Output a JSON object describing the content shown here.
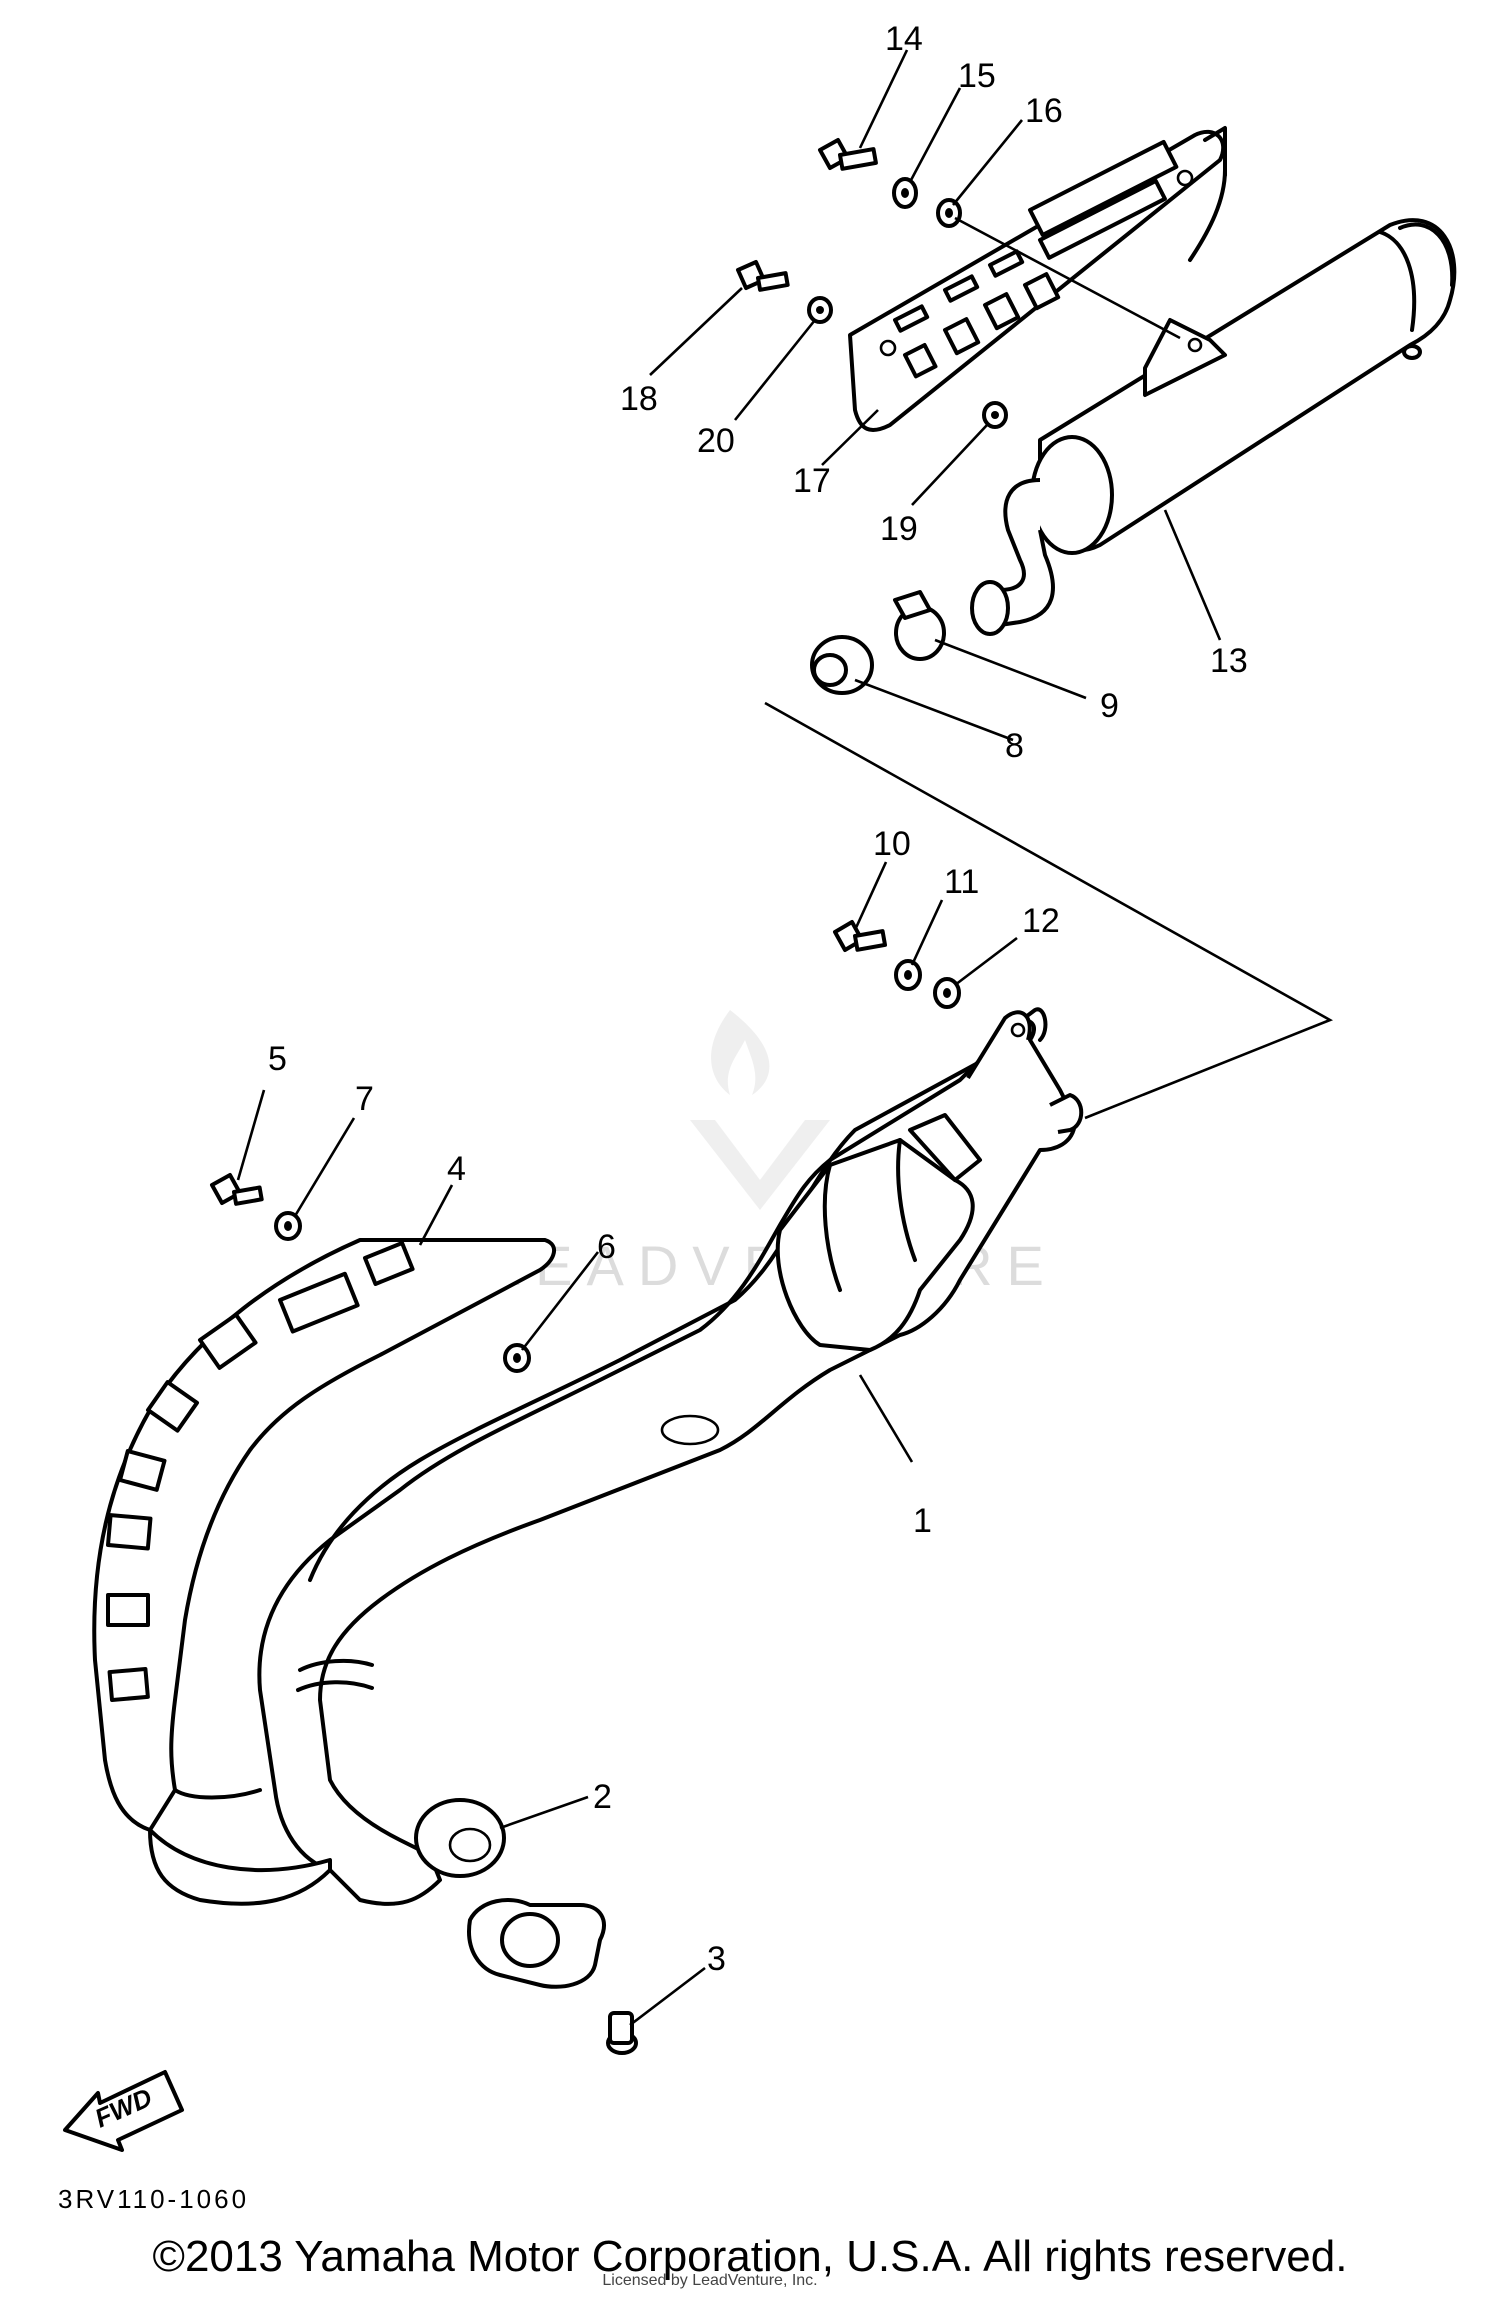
{
  "diagram": {
    "part_labels": [
      "1",
      "2",
      "3",
      "4",
      "5",
      "6",
      "7",
      "8",
      "9",
      "10",
      "11",
      "12",
      "13",
      "14",
      "15",
      "16",
      "17",
      "18",
      "19",
      "20"
    ],
    "direction_label": "FWD",
    "figure_code": "3RV110-1060",
    "watermark": "LEADVENTURE",
    "copyright": "©2013 Yamaha Motor Corporation, U.S.A. All rights reserved.",
    "licensed_text": "Licensed by LeadVenture, Inc."
  }
}
